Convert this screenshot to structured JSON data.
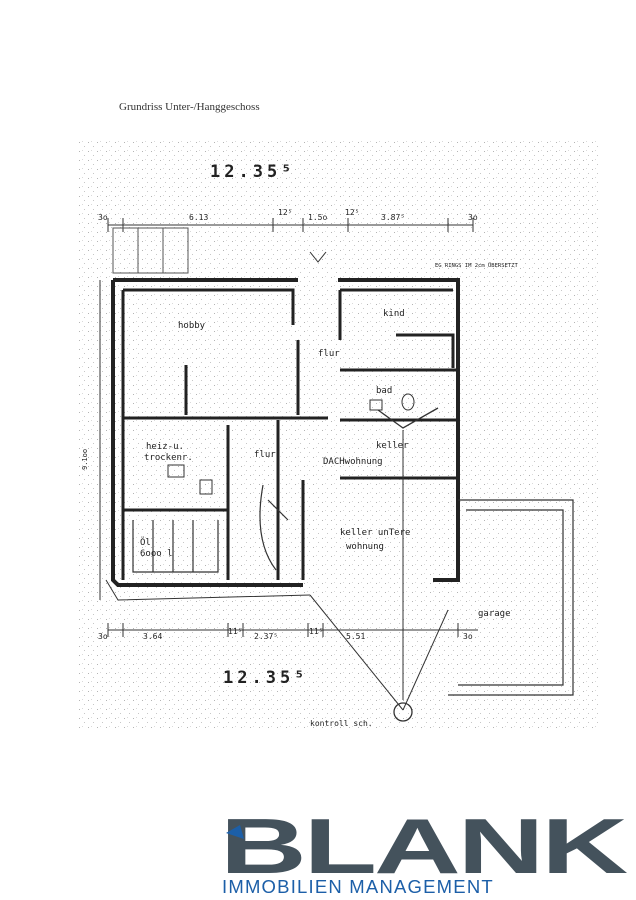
{
  "caption": "Grundriss Unter-/Hanggeschoss",
  "plan": {
    "dim_top_total": "12.35⁵",
    "dim_bottom_total": "12.35⁵",
    "dims_top": [
      "3o",
      "6.13",
      "12⁵",
      "1.5o",
      "12⁵",
      "3.87⁵",
      "3o"
    ],
    "dims_bottom": [
      "3o",
      "3.64",
      "11⁵",
      "2.37⁵",
      "11⁵",
      "5.51",
      "3o"
    ],
    "dim_left": "9.1oo",
    "note_top": "EG RINGS IM 2cm ÜBERSETZT",
    "rooms": {
      "hobby": "hobby",
      "kind": "kind",
      "flur_upper": "flur",
      "bad": "bad",
      "heiz1": "heiz-u.",
      "heiz2": "trockenr.",
      "flur_lower": "flur",
      "keller_dach1": "keller",
      "keller_dach2": "DACHwohnung",
      "oel1": "Öl",
      "oel2": "6ooo l",
      "keller_unter1": "keller unTere",
      "keller_unter2": "wohnung",
      "garage": "garage",
      "kontroll": "kontroll sch."
    }
  },
  "brand": {
    "name": "BLANK",
    "tagline": "IMMOBILIEN MANAGEMENT",
    "color_dark": "#44525c",
    "color_blue": "#1c5fa8"
  }
}
